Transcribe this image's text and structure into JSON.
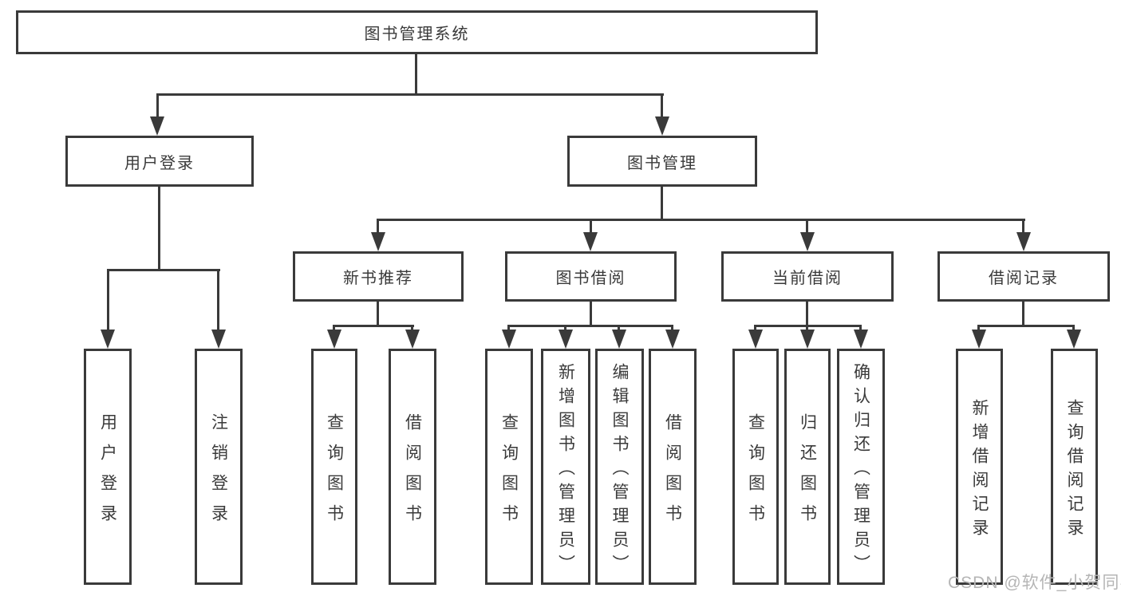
{
  "diagram": {
    "title": "图书管理系统",
    "root": {
      "label": "图书管理系统"
    },
    "level2": [
      {
        "label": "用户登录"
      },
      {
        "label": "图书管理"
      }
    ],
    "level3": [
      {
        "label": "新书推荐"
      },
      {
        "label": "图书借阅"
      },
      {
        "label": "当前借阅"
      },
      {
        "label": "借阅记录"
      }
    ],
    "leaves": {
      "user_login": [
        "用户登录",
        "注销登录"
      ],
      "new_book": [
        "查询图书",
        "借阅图书"
      ],
      "book_borrow": [
        "查询图书",
        "新增图书（管理员）",
        "编辑图书（管理员）",
        "借阅图书"
      ],
      "current_borrow": [
        "查询图书",
        "归还图书",
        "确认归还（管理员）"
      ],
      "borrow_record": [
        "新增借阅记录",
        "查询借阅记录"
      ]
    }
  },
  "watermark": "CSDN @软件_小贺同学",
  "colors": {
    "line": "#3a3a3a",
    "text": "#3a3a3a",
    "watermark": "#b5b5b5",
    "background": "#ffffff"
  }
}
